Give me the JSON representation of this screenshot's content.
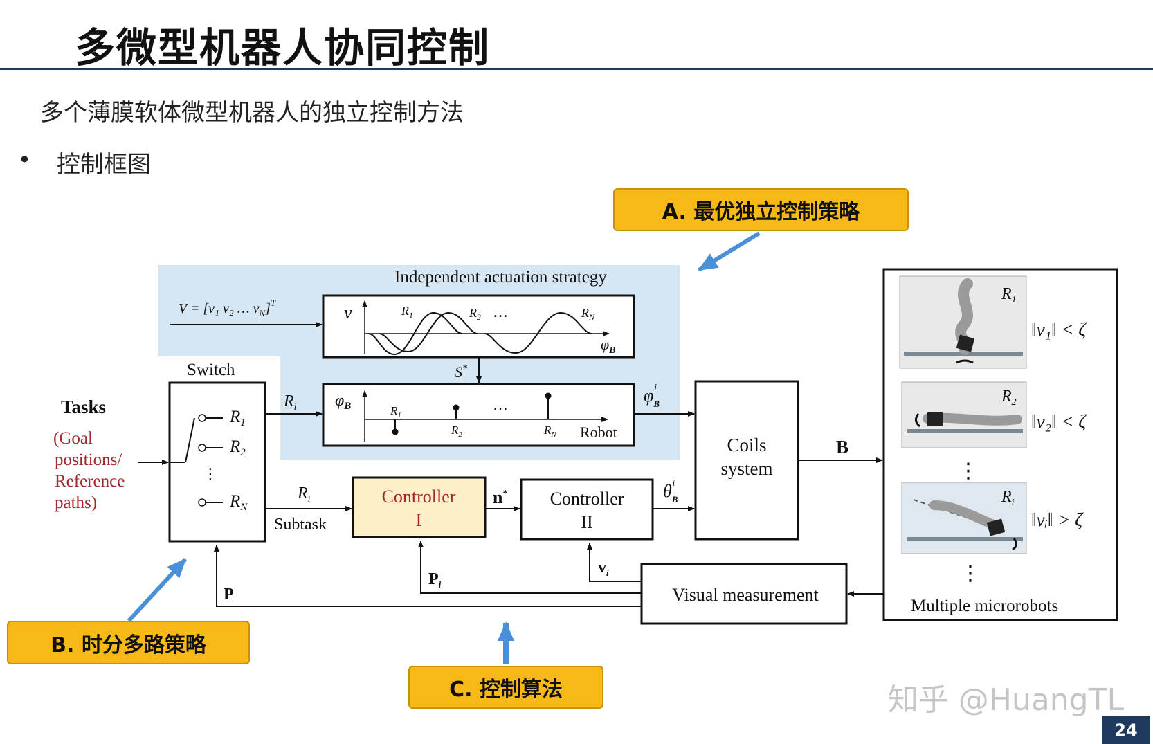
{
  "slide": {
    "title": "多微型机器人协同控制",
    "subtitle": "多个薄膜软体微型机器人的独立控制方法",
    "bullet": "控制框图",
    "page_number": "24",
    "watermark": "知乎 @HuangTL"
  },
  "callouts": {
    "a": "A. 最优独立控制策略",
    "b": "B. 时分多路策略",
    "c": "C. 控制算法"
  },
  "diagram": {
    "independent_strategy": "Independent actuation strategy",
    "v_vector": "V = [v₁  v₂  …  v",
    "v_vector_sub": "N",
    "v_vector_sup": "]",
    "v_vector_T": "T",
    "wave_axis_y": "ν",
    "wave_axis_x": "φ",
    "wave_axis_x_sub": "B",
    "wave_R1": "R",
    "wave_R1_sub": "1",
    "wave_R2": "R",
    "wave_R2_sub": "2",
    "wave_dots": "…",
    "wave_RN": "R",
    "wave_RN_sub": "N",
    "s_star": "S",
    "s_star_sup": "*",
    "phase_axis": "φ",
    "phase_axis_sub": "B",
    "phase_R1": "R",
    "phase_R1_sub": "1",
    "phase_R2": "R",
    "phase_R2_sub": "2",
    "phase_RN": "R",
    "phase_RN_sub": "N",
    "phase_dots": "…",
    "robot": "Robot",
    "switch": "Switch",
    "switch_R1": "R",
    "switch_R1_sub": "1",
    "switch_R2": "R",
    "switch_R2_sub": "2",
    "switch_dots": "⋮",
    "switch_RN": "R",
    "switch_RN_sub": "N",
    "tasks": "Tasks",
    "tasks_line1": "(Goal",
    "tasks_line2": "positions/",
    "tasks_line3": "Reference",
    "tasks_line4": "paths)",
    "ri_top": "R",
    "ri_top_sub": "i",
    "ri_bottom": "R",
    "ri_bottom_sub": "i",
    "subtask": "Subtask",
    "controller1_line1": "Controller",
    "controller1_line2": "I",
    "n_star": "n",
    "n_star_sup": "*",
    "controller2_line1": "Controller",
    "controller2_line2": "II",
    "phi_out": "φ",
    "phi_out_sub": "B",
    "phi_out_sup": "i",
    "theta_out": "θ",
    "theta_out_sub": "B",
    "theta_out_sup": "i",
    "coils_line1": "Coils",
    "coils_line2": "system",
    "b_label": "B",
    "visual": "Visual measurement",
    "p_label": "P",
    "pi_label": "P",
    "pi_sub": "i",
    "vi_label": "v",
    "vi_sub": "i",
    "microrobots": "Multiple microrobots",
    "robot1_label": "R",
    "robot1_sub": "1",
    "robot2_label": "R",
    "robot2_sub": "2",
    "roboti_label": "R",
    "roboti_sub": "i",
    "cond1": "‖v₁‖ < ζ",
    "cond2": "‖v₂‖ < ζ",
    "condi": "‖vᵢ‖ > ζ",
    "mr_dots1": "⋮",
    "mr_dots2": "⋮"
  },
  "colors": {
    "callout_fill": "#f7b917",
    "shade": "#d6e6f2",
    "arrow_blue": "#4a90d9",
    "task_red": "#a0282e",
    "controller1_fill": "#fdf0c9"
  }
}
